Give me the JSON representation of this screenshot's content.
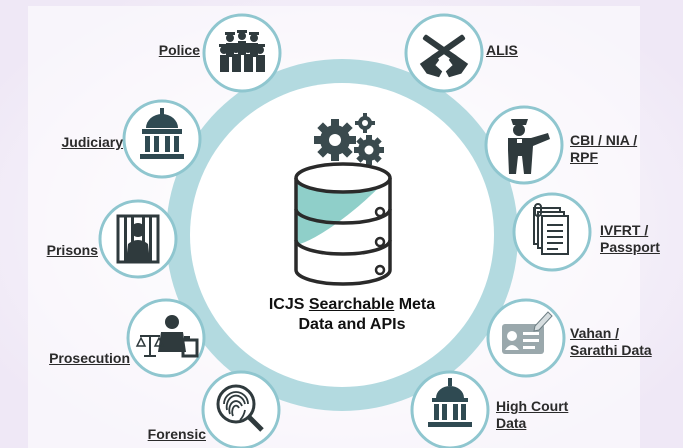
{
  "center": {
    "line1_pre": "ICJS ",
    "line1_underlined": "Searchable",
    "line1_post": " Meta",
    "line2": "Data and APIs"
  },
  "nodes": {
    "police": "Police",
    "judiciary": "Judiciary",
    "prisons": "Prisons",
    "prosecution": "Prosecution",
    "forensic": "Forensic",
    "alis": "ALIS",
    "cbi_line1": "CBI / NIA /",
    "cbi_line2": "RPF",
    "ivfrt_line1": "IVFRT /",
    "ivfrt_line2": "Passport",
    "vahan_line1": "Vahan /",
    "vahan_line2": "Sarathi Data",
    "highcourt_line1": "High Court",
    "highcourt_line2": "Data"
  },
  "colors": {
    "ring": "#a9d5dc",
    "ring_dark": "#7fbcc6",
    "icon_dark": "#2f4a52",
    "accent_teal": "#7fc4c1"
  },
  "icons": {
    "police": "police-group-icon",
    "judiciary": "courthouse-icon",
    "prisons": "prisoner-icon",
    "prosecution": "lawyer-scales-icon",
    "forensic": "fingerprint-magnifier-icon",
    "alis": "crossed-guns-icon",
    "cbi": "officer-pointing-icon",
    "ivfrt": "documents-icon",
    "vahan": "id-card-icon",
    "highcourt": "capitol-icon",
    "gears": "gears-icon",
    "database": "database-icon"
  }
}
